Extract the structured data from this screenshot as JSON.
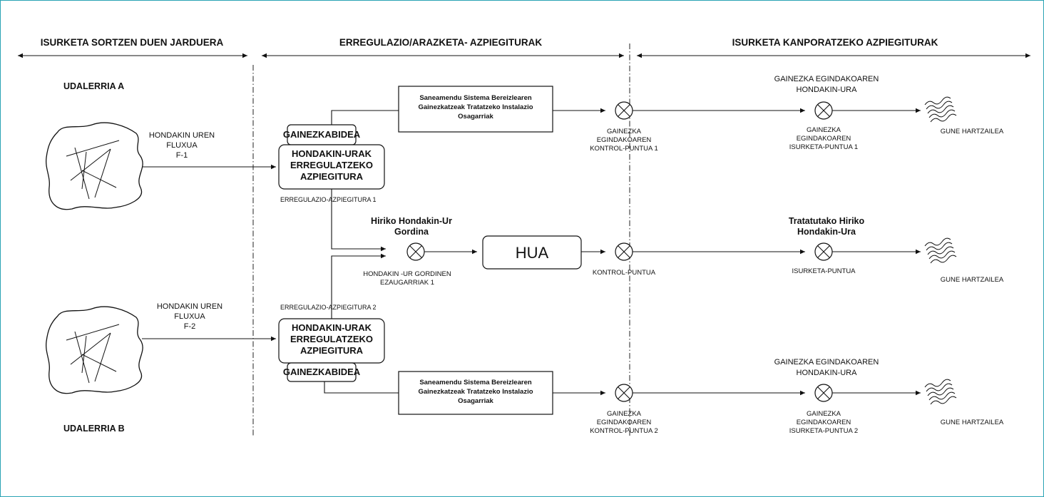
{
  "headers": {
    "activity": "ISURKETA SORTZEN DUEN JARDUERA",
    "regulation": "ERREGULAZIO/ARAZKETA- AZPIEGITURAK",
    "discharge": "ISURKETA KANPORATZEKO AZPIEGITURAK"
  },
  "municipalities": {
    "a": "UDALERRIA A",
    "b": "UDALERRIA B"
  },
  "flows": {
    "f1": [
      "HONDAKIN UREN",
      "FLUXUA",
      "F-1"
    ],
    "f2": [
      "HONDAKIN UREN",
      "FLUXUA",
      "F-2"
    ]
  },
  "regulation_infra": {
    "overflow_label": "GAINEZKABIDEA",
    "box_lines": [
      "HONDAKIN-URAK",
      "ERREGULATZEKO",
      "AZPIEGITURA"
    ],
    "caption_1": "ERREGULAZIO-AZPIEGITURA 1",
    "caption_2": "ERREGULAZIO-AZPIEGITURA 2"
  },
  "auxiliary_treatment": {
    "lines": [
      "Saneamendu Sistema Bereizlearen",
      "Gainezkatzeak Tratatzeko Instalazio",
      "Osagarriak"
    ]
  },
  "raw_water": {
    "title": [
      "Hiriko Hondakin-Ur",
      "Gordina"
    ],
    "caption": [
      "HONDAKIN -UR GORDINEN",
      "EZAUGARRIAK 1"
    ]
  },
  "plant": {
    "label": "HUA"
  },
  "treated_water": {
    "title": [
      "Tratatutako Hiriko",
      "Hondakin-Ura"
    ]
  },
  "overflow_water": {
    "title": [
      "GAINEZKA EGINDAKOAREN",
      "HONDAKIN-URA"
    ]
  },
  "control_points": {
    "overflow_1": [
      "GAINEZKA",
      "EGINDAKOAREN",
      "KONTROL-PUNTUA 1"
    ],
    "overflow_2": [
      "GAINEZKA",
      "EGINDAKOAREN",
      "KONTROL-PUNTUA 2"
    ],
    "main": "KONTROL-PUNTUA"
  },
  "discharge_points": {
    "overflow_1": [
      "GAINEZKA",
      "EGINDAKOAREN",
      "ISURKETA-PUNTUA 1"
    ],
    "overflow_2": [
      "GAINEZKA",
      "EGINDAKOAREN",
      "ISURKETA-PUNTUA 2"
    ],
    "main": "ISURKETA-PUNTUA"
  },
  "receiver": {
    "label": "GUNE HARTZAILEA"
  },
  "colors": {
    "frame": "#2aa3b4",
    "ink": "#111111"
  }
}
